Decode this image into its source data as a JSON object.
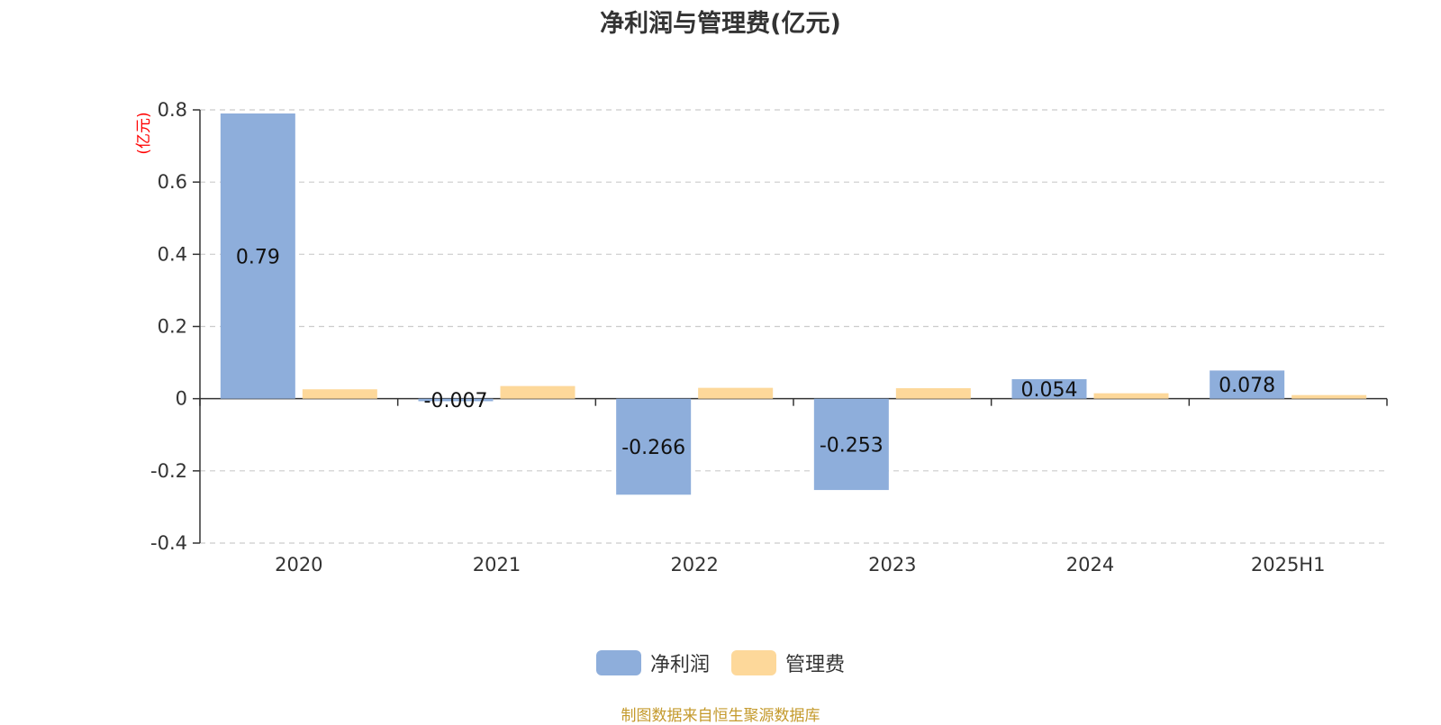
{
  "chart_data": {
    "type": "bar",
    "title": "净利润与管理费(亿元)",
    "ylabel": "(亿元)",
    "xlabel": "",
    "categories": [
      "2020",
      "2021",
      "2022",
      "2023",
      "2024",
      "2025H1"
    ],
    "series": [
      {
        "name": "净利润",
        "values": [
          0.79,
          -0.007,
          -0.266,
          -0.253,
          0.054,
          0.078
        ],
        "color": "#8EAEDB"
      },
      {
        "name": "管理费",
        "values": [
          0.026,
          0.035,
          0.03,
          0.029,
          0.015,
          0.01
        ],
        "color": "#FDD89A"
      }
    ],
    "data_labels": [
      "0.79",
      "-0.007",
      "-0.266",
      "-0.253",
      "0.054",
      "0.078"
    ],
    "ylim": [
      -0.4,
      0.8
    ],
    "yticks": [
      "-0.4",
      "-0.2",
      "0",
      "0.2",
      "0.4",
      "0.6",
      "0.8"
    ],
    "grid": true,
    "legend_position": "bottom-center"
  },
  "source_note": "制图数据来自恒生聚源数据库",
  "colors": {
    "source_text": "#C49A2C",
    "unit_label": "#FF0000",
    "grid": "#CCCCCC",
    "axis": "#333333"
  }
}
